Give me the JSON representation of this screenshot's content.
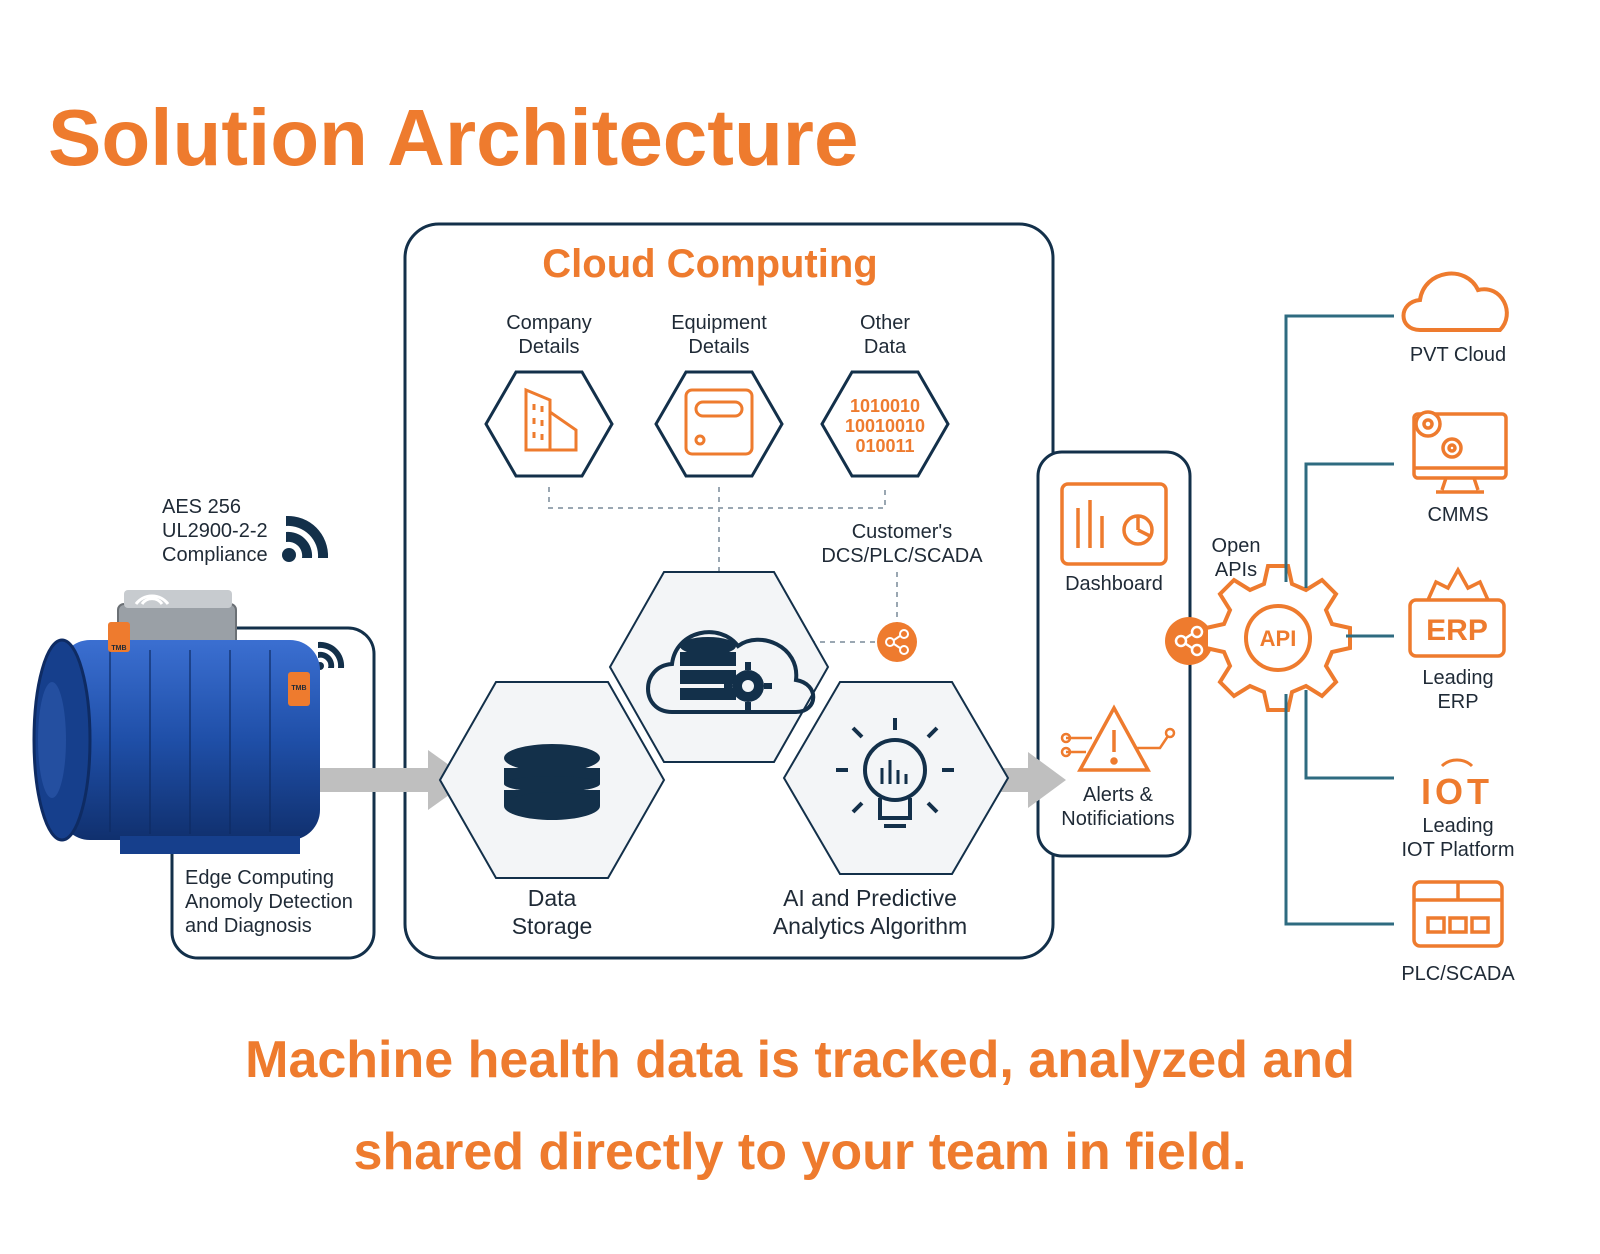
{
  "title": "Solution Architecture",
  "cloud": {
    "title": "Cloud Computing",
    "company_details": "Company\nDetails",
    "equipment_details": "Equipment\nDetails",
    "other_data": "Other\nData",
    "binary_lines": [
      "1010010",
      "10010010",
      "010011"
    ],
    "customer_systems": "Customer's\nDCS/PLC/SCADA",
    "data_storage": "Data\nStorage",
    "ai_analytics": "AI and Predictive\nAnalytics Algorithm"
  },
  "edge": {
    "security": "AES 256\nUL2900-2-2\nCompliance",
    "label": "Edge Computing\nAnomoly Detection\nand Diagnosis",
    "sensor_tag": "TMB"
  },
  "outputs": {
    "dashboard": "Dashboard",
    "alerts": "Alerts &\nNotificiations"
  },
  "api": {
    "open_apis": "Open\nAPIs",
    "badge": "API"
  },
  "integrations": [
    {
      "label": "PVT Cloud",
      "icon": "cloud-icon"
    },
    {
      "label": "CMMS",
      "icon": "monitor-gears-icon"
    },
    {
      "label": "Leading\nERP",
      "icon": "erp-icon",
      "badge": "ERP"
    },
    {
      "label": "Leading\nIOT Platform",
      "icon": "iot-icon",
      "badge": "IOT"
    },
    {
      "label": "PLC/SCADA",
      "icon": "plc-panel-icon"
    }
  ],
  "tagline": {
    "line1": "Machine health data is tracked, analyzed and",
    "line2": "shared directly to your team in field."
  },
  "colors": {
    "accent": "#ee7b2e",
    "navy": "#13304a",
    "teal_line": "#2e6b80",
    "arrow": "#bfbfbf",
    "motor": "#1f4fa8"
  }
}
